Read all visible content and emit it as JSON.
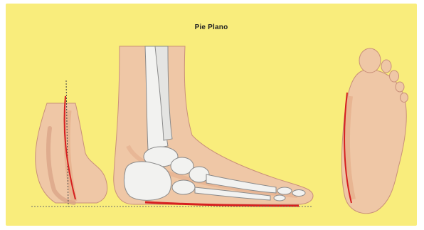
{
  "title": "Pie Plano",
  "colors": {
    "background": "#f9ed7c",
    "skin": "#efc7a6",
    "skin_shadow": "#e2a886",
    "skin_outline": "#c9907a",
    "bone": "#f2f2f0",
    "bone_outline": "#8a8a8a",
    "arch_line": "#d61f1f",
    "ground_line": "#6b6b6b"
  },
  "icons": [
    "foot-rear-view",
    "foot-side-view-skeleton",
    "foot-sole-view"
  ]
}
